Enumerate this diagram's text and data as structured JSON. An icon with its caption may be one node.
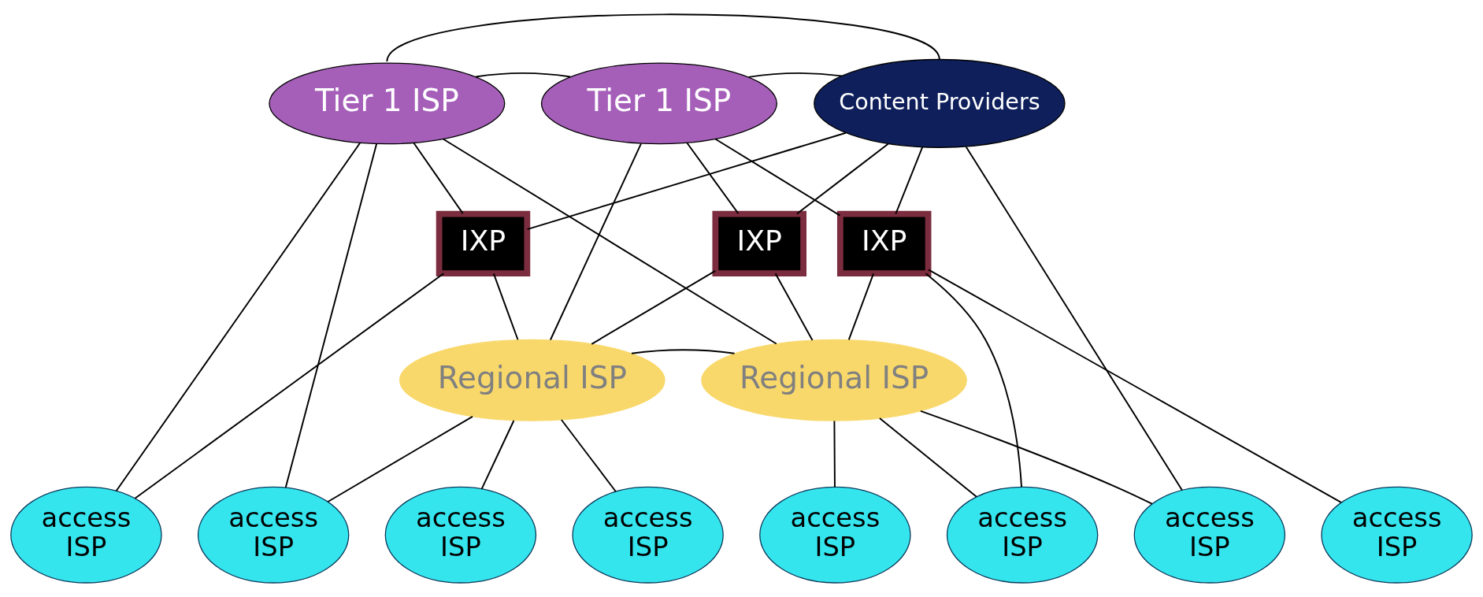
{
  "diagram": {
    "nodes": [
      {
        "text": [
          "Tier 1 ISP"
        ]
      },
      {
        "text": [
          "Tier 1 ISP"
        ]
      },
      {
        "text": [
          "Content Providers"
        ]
      },
      {
        "text": [
          "IXP"
        ]
      },
      {
        "text": [
          "IXP"
        ]
      },
      {
        "text": [
          "IXP"
        ]
      },
      {
        "text": [
          "Regional ISP"
        ]
      },
      {
        "text": [
          "Regional ISP"
        ]
      },
      {
        "text": [
          "access ISP"
        ]
      },
      {
        "text": [
          "access ISP"
        ]
      },
      {
        "text": [
          "access ISP"
        ]
      },
      {
        "text": [
          "access ISP"
        ]
      },
      {
        "text": [
          "access ISP"
        ]
      },
      {
        "text": [
          "access ISP"
        ]
      },
      {
        "text": [
          "access ISP"
        ]
      },
      {
        "text": [
          "access ISP"
        ]
      }
    ],
    "edges": [
      {
        "from": 0,
        "to": 1,
        "arrow": "none"
      },
      {
        "from": 1,
        "to": 2,
        "arrow": "none"
      },
      {
        "from": 0,
        "to": 2,
        "arrow": "none"
      },
      {
        "from": 0,
        "to": 3,
        "arrow": "none"
      },
      {
        "from": 0,
        "to": 8,
        "arrow": "none"
      },
      {
        "from": 0,
        "to": 9,
        "arrow": "none"
      },
      {
        "from": 0,
        "to": 7,
        "arrow": "none"
      },
      {
        "from": 1,
        "to": 4,
        "arrow": "none"
      },
      {
        "from": 1,
        "to": 6,
        "arrow": "none"
      },
      {
        "from": 1,
        "to": 5,
        "arrow": "none"
      },
      {
        "from": 2,
        "to": 3,
        "arrow": "none"
      },
      {
        "from": 2,
        "to": 4,
        "arrow": "none"
      },
      {
        "from": 2,
        "to": 5,
        "arrow": "none"
      },
      {
        "from": 2,
        "to": 14,
        "arrow": "none"
      },
      {
        "from": 3,
        "to": 6,
        "arrow": "none"
      },
      {
        "from": 3,
        "to": 8,
        "arrow": "none"
      },
      {
        "from": 4,
        "to": 6,
        "arrow": "none"
      },
      {
        "from": 4,
        "to": 7,
        "arrow": "none"
      },
      {
        "from": 5,
        "to": 7,
        "arrow": "none"
      },
      {
        "from": 5,
        "to": 13,
        "arrow": "none"
      },
      {
        "from": 5,
        "to": 15,
        "arrow": "none"
      },
      {
        "from": 6,
        "to": 7,
        "arrow": "none"
      },
      {
        "from": 6,
        "to": 9,
        "arrow": "none"
      },
      {
        "from": 6,
        "to": 10,
        "arrow": "none"
      },
      {
        "from": 6,
        "to": 11,
        "arrow": "none"
      },
      {
        "from": 7,
        "to": 12,
        "arrow": "none"
      },
      {
        "from": 7,
        "to": 13,
        "arrow": "none"
      },
      {
        "from": 7,
        "to": 14,
        "arrow": "none"
      }
    ]
  }
}
